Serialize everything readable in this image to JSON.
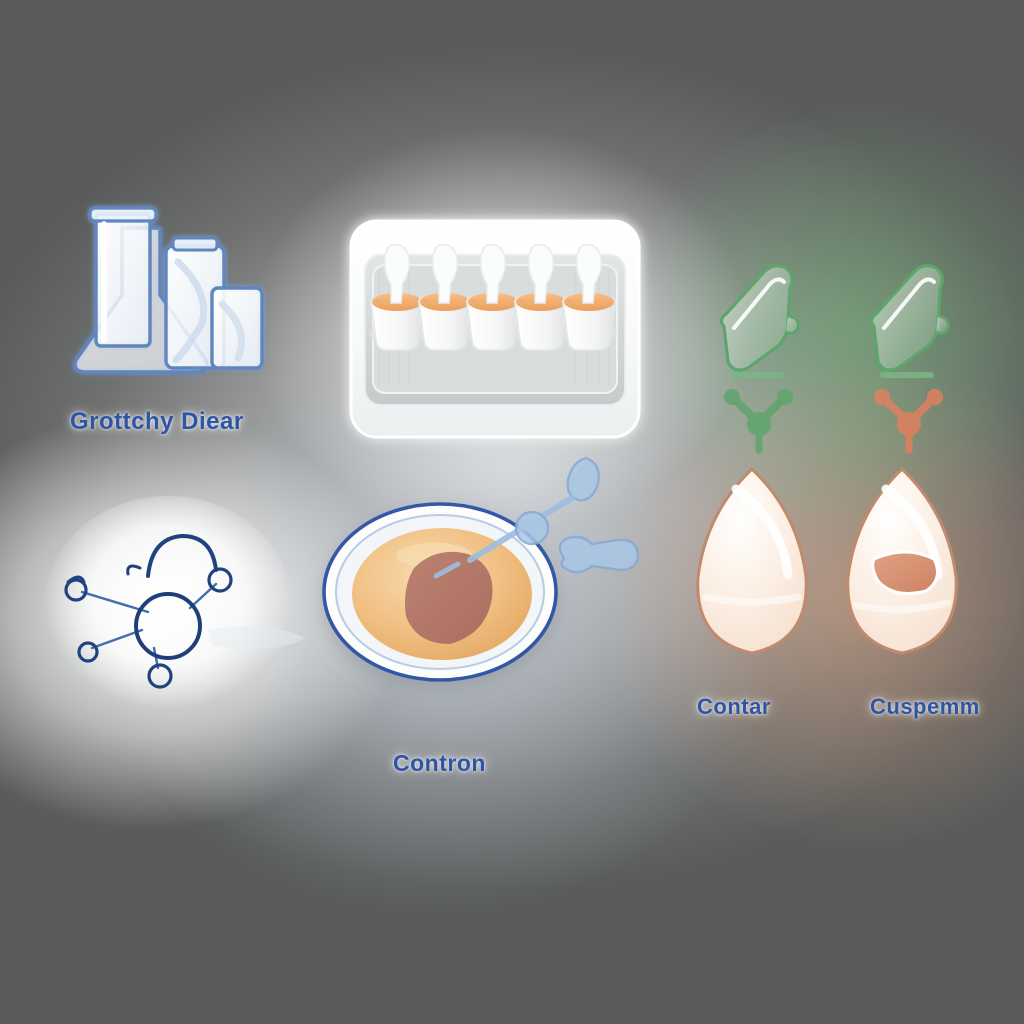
{
  "figure": {
    "title_visible": false,
    "background": {
      "base_color": "#6a6c6c",
      "center_glow": "#c9ccce",
      "tint_top_right": "#78be78",
      "tint_bottom_right": "#e8aa82",
      "tint_bottom_left": "#d2dee8"
    },
    "label_color": "#2e55a5"
  },
  "panels": {
    "glassware": {
      "label": "Grottchy Diear",
      "icon": "laboratory-glassware-icon",
      "outline_color": "#5e86bd",
      "fill_color": "#ffffff",
      "items": [
        "flask",
        "bottle",
        "cuvette"
      ]
    },
    "tray": {
      "label": "",
      "icon": "sample-tray-icon",
      "cup_count": 5,
      "cup_fill_color": "#f0ab6a",
      "cup_body_color": "#ffffff",
      "tray_color": "#d9dcdd"
    },
    "molecule": {
      "label": "",
      "icon": "molecule-diagram-icon",
      "line_color": "#1e3f7a",
      "node_count": 5,
      "glow_color": "#ffffff"
    },
    "petri": {
      "label": "Contron",
      "icon": "petri-dish-icon",
      "rim_color": "#2e55a5",
      "agar_color": "#f0c083",
      "colony_color": "#b57968",
      "swab_color": "#8fb4dd"
    },
    "inhalers": {
      "label": "",
      "icon": "inhaler-device-icon",
      "left_color": "#5ea56b",
      "right_color": "#e0805e",
      "antibody_icon": "y-antibody-icon",
      "count": 2
    },
    "eggs": {
      "items": [
        {
          "label": "Contar",
          "has_inclusion": false
        },
        {
          "label": "Cuspemm",
          "has_inclusion": true
        }
      ],
      "outline_color": "#c08a6e",
      "shell_color": "#fbf0e6",
      "inclusion_color": "#d99372",
      "icon": "egg-outline-icon"
    }
  }
}
